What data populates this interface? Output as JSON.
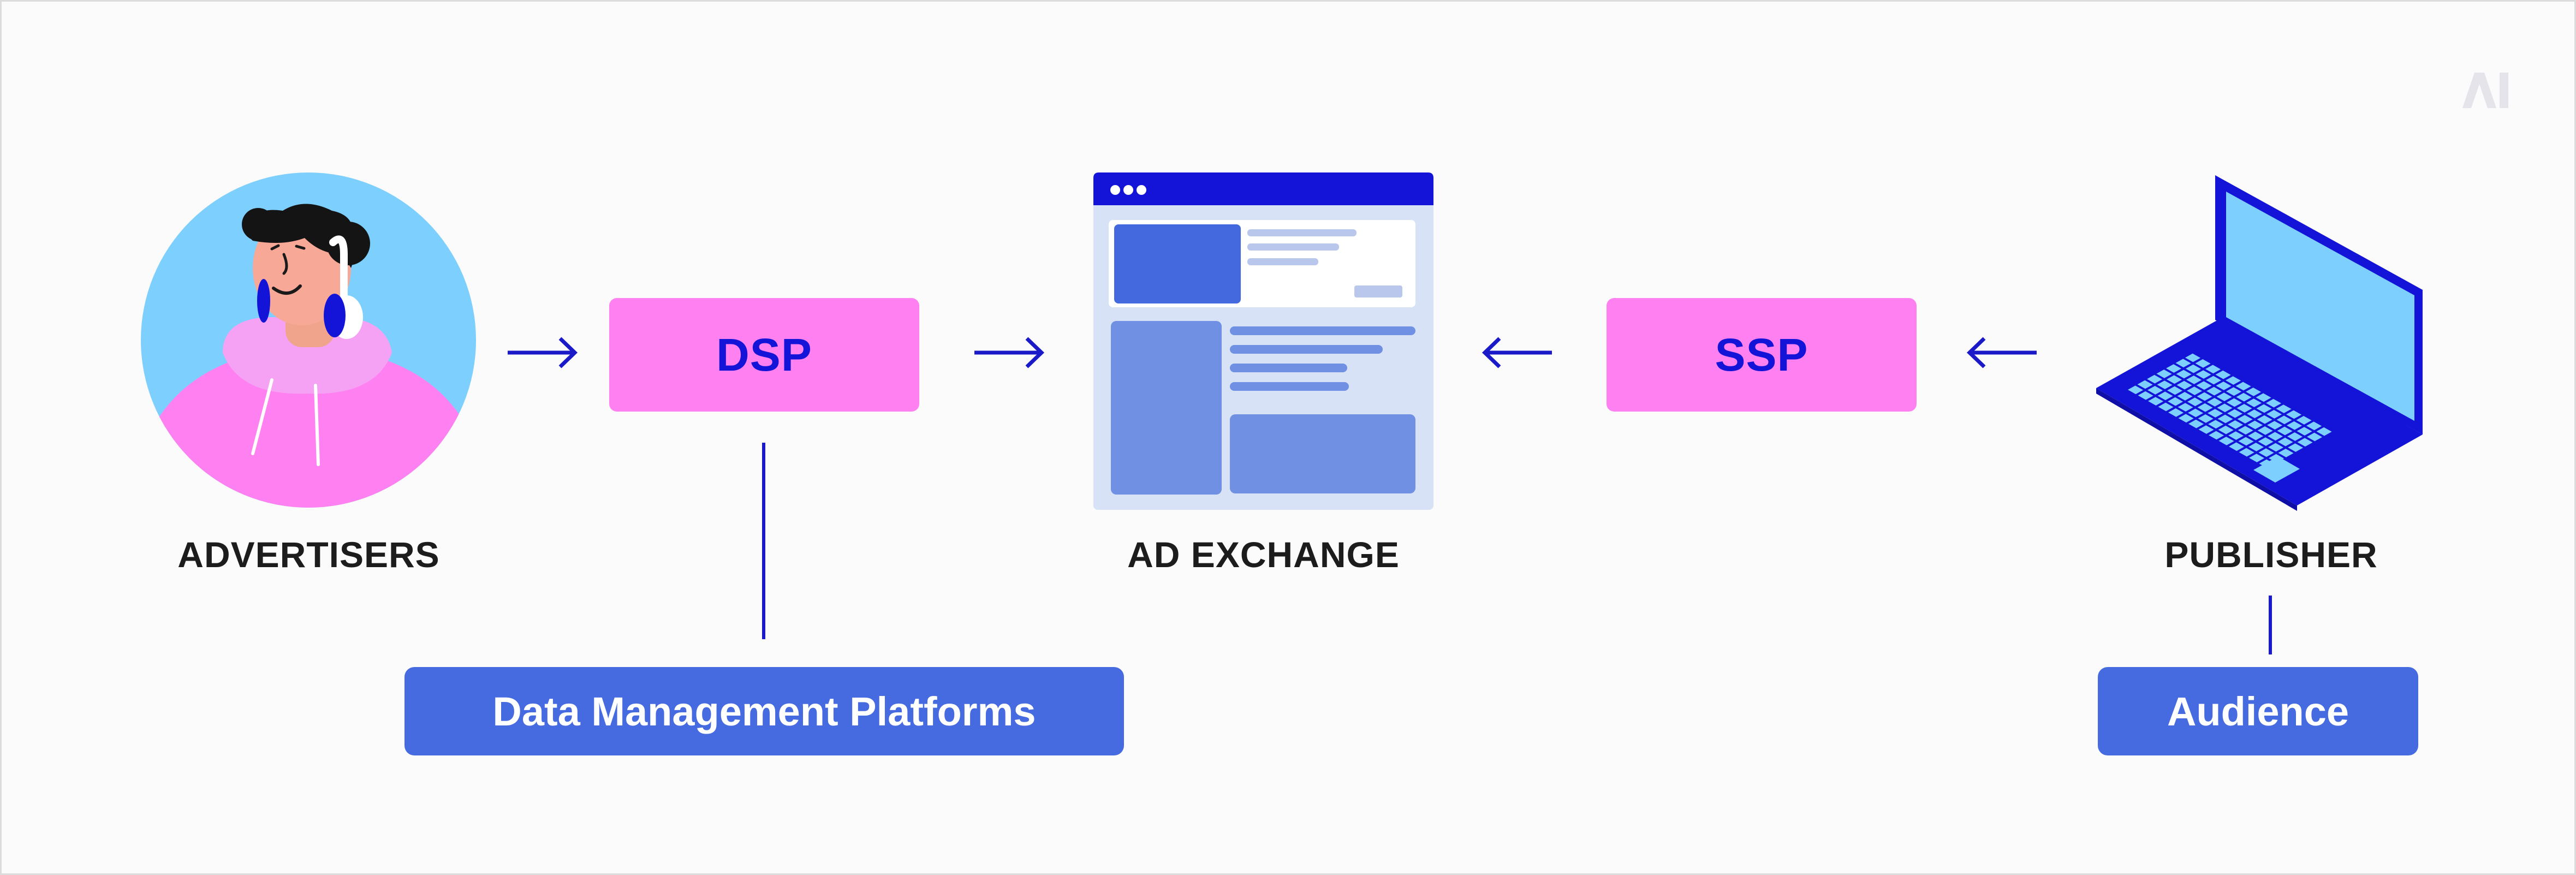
{
  "nodes": {
    "advertisers": {
      "label": "ADVERTISERS"
    },
    "dsp": {
      "label": "DSP"
    },
    "ad_exchange": {
      "label": "AD EXCHANGE"
    },
    "ssp": {
      "label": "SSP"
    },
    "publisher": {
      "label": "PUBLISHER"
    },
    "dmp": {
      "label": "Data Management Platforms"
    },
    "audience": {
      "label": "Audience"
    }
  },
  "logo": {
    "text": "AI"
  },
  "icons": [
    "person-avatar-icon",
    "browser-window-icon",
    "laptop-icon",
    "arrow-right-icon",
    "arrow-left-icon",
    "logo-icon"
  ],
  "colors": {
    "pink": "#ff80f1",
    "navy": "#1414d8",
    "box_blue": "#466be1",
    "sky": "#7dcffd",
    "background": "#fcfbfc"
  }
}
